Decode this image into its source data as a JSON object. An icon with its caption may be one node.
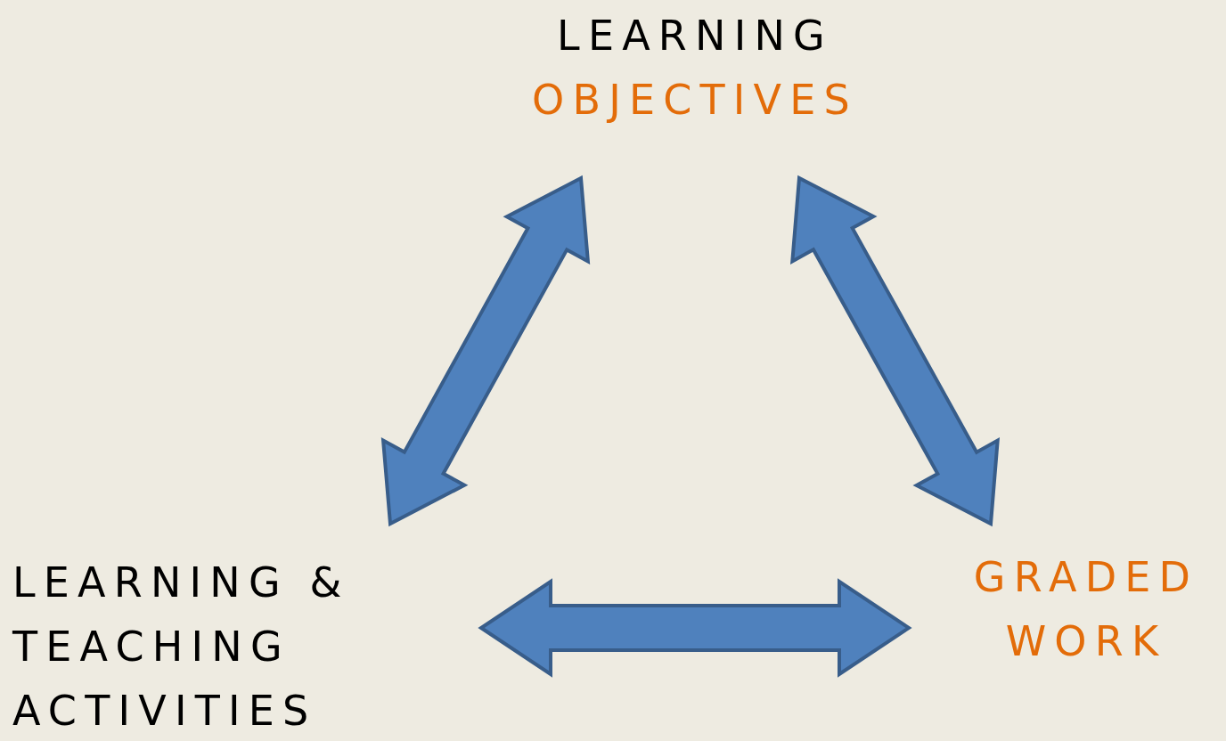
{
  "diagram": {
    "nodes": [
      {
        "text": [
          "LEARNING",
          "OBJECTIVES"
        ]
      },
      {
        "text": [
          "LEARNING & TEACHING ACTIVITIES"
        ]
      },
      {
        "text": [
          "GRADED",
          "WORK"
        ]
      }
    ],
    "edges": [
      {
        "from": 0,
        "to": 1,
        "arrow": "both"
      },
      {
        "from": 0,
        "to": 2,
        "arrow": "both"
      },
      {
        "from": 1,
        "to": 2,
        "arrow": "both"
      }
    ]
  }
}
